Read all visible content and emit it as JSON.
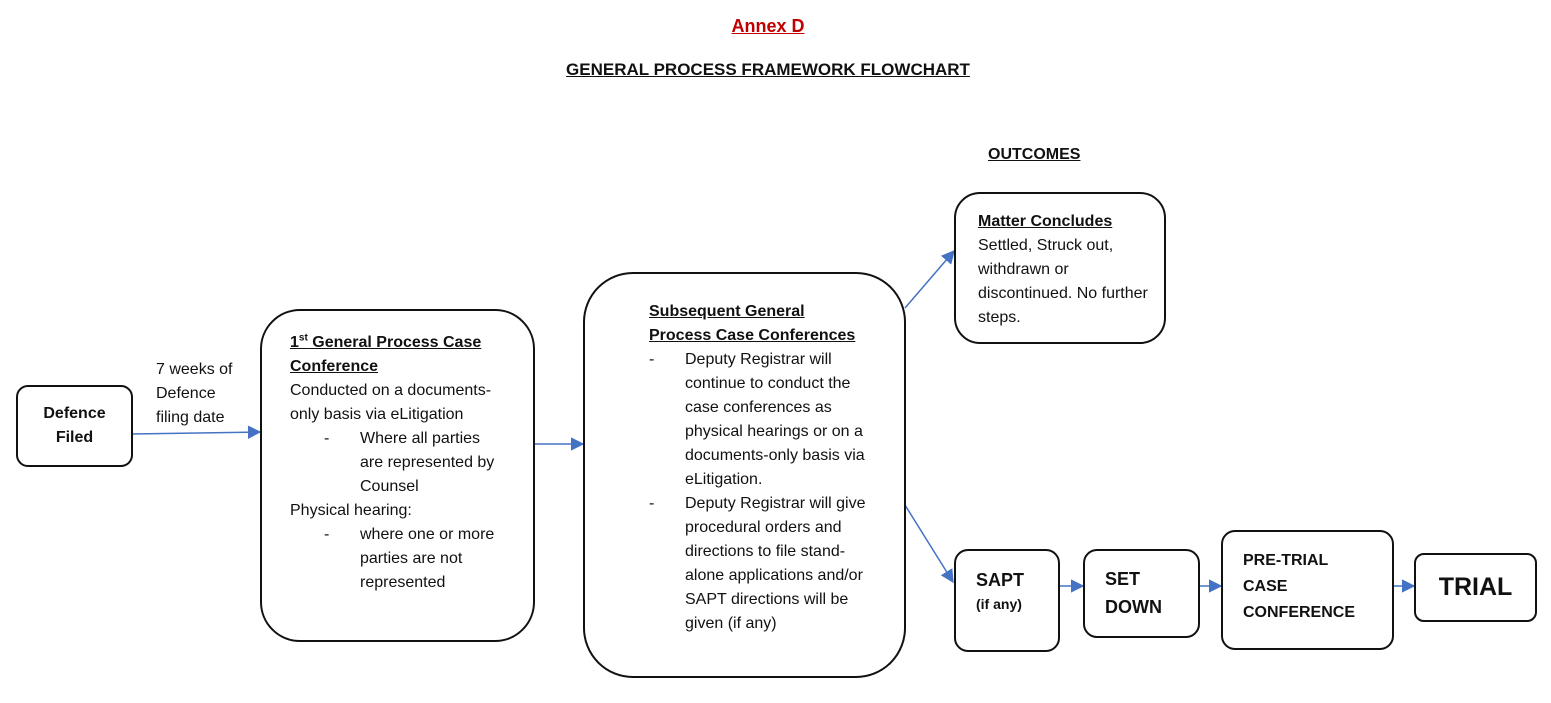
{
  "header": {
    "annex": "Annex D",
    "title": "GENERAL PROCESS FRAMEWORK FLOWCHART",
    "annex_color": "#c00000"
  },
  "outcomes_label": "OUTCOMES",
  "arrow_color": "#4472c4",
  "defence": {
    "line1": "Defence",
    "line2": "Filed"
  },
  "gap_label": {
    "line1": "7 weeks of",
    "line2": "Defence",
    "line3": "filing date"
  },
  "first_conference": {
    "title_num": "1",
    "title_sup": "st",
    "title_rest": " General Process Case",
    "title_line2": "Conference",
    "intro": "Conducted on a documents-only basis via eLitigation",
    "item1": "Where all parties are represented by Counsel",
    "physical": "Physical hearing:",
    "item2": "where one or more parties are not represented",
    "dash": "-"
  },
  "subsequent": {
    "title_line1": "Subsequent General",
    "title_line2": "Process Case Conferences",
    "item1": "Deputy Registrar will continue to conduct the case conferences as physical hearings or on a documents-only basis via eLitigation.",
    "item2": "Deputy Registrar will give procedural orders and directions to file stand-alone applications and/or SAPT directions will be given (if any)",
    "dash": "-"
  },
  "matter_concludes": {
    "title": "Matter Concludes",
    "body": "Settled, Struck out, withdrawn or discontinued. No further steps."
  },
  "sapt": {
    "line1": "SAPT",
    "line2": "(if any)"
  },
  "set_down": {
    "line1": "SET",
    "line2": "DOWN"
  },
  "pretrial": {
    "line1": "PRE-TRIAL",
    "line2": "CASE",
    "line3": "CONFERENCE"
  },
  "trial": {
    "label": "TRIAL"
  }
}
